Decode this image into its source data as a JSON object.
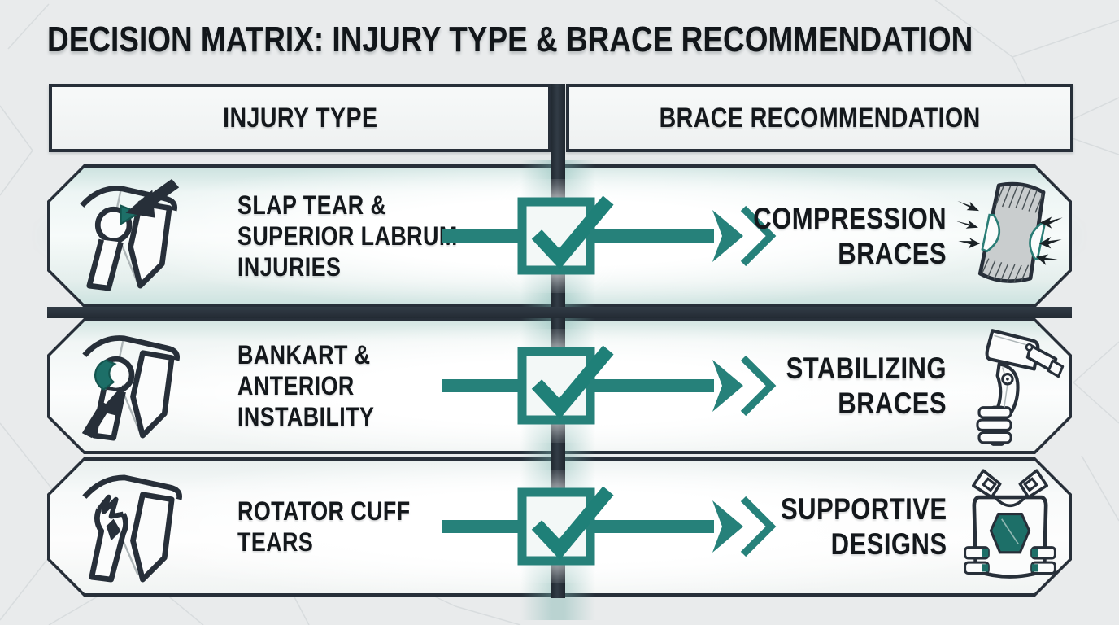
{
  "title": "DECISION MATRIX: INJURY TYPE & BRACE RECOMMENDATION",
  "header": {
    "injury_type": "INJURY TYPE",
    "brace_recommendation": "BRACE RECOMMENDATION"
  },
  "rows": [
    {
      "injury_lines": [
        "SLAP TEAR &",
        "SUPERIOR LABRUM",
        "INJURIES"
      ],
      "injury_icon": "shoulder-slap-tear-icon",
      "connector_icons": [
        "checkbox-checked-icon",
        "double-chevron-arrow-icon"
      ],
      "recommendation_lines": [
        "COMPRESSION",
        "BRACES"
      ],
      "recommendation_icon": "compression-sleeve-icon"
    },
    {
      "injury_lines": [
        "BANKART &",
        "ANTERIOR",
        "INSTABILITY"
      ],
      "injury_icon": "shoulder-bankart-instability-icon",
      "connector_icons": [
        "checkbox-checked-icon",
        "double-chevron-arrow-icon"
      ],
      "recommendation_lines": [
        "STABILIZING",
        "BRACES"
      ],
      "recommendation_icon": "stabilizing-brace-icon"
    },
    {
      "injury_lines": [
        "ROTATOR CUFF",
        "TEARS"
      ],
      "injury_icon": "shoulder-rotator-cuff-tear-icon",
      "connector_icons": [
        "checkbox-checked-icon",
        "double-chevron-arrow-icon"
      ],
      "recommendation_lines": [
        "SUPPORTIVE",
        "DESIGNS"
      ],
      "recommendation_icon": "supportive-vest-icon"
    }
  ],
  "colors": {
    "teal": "#26817a",
    "teal_dark": "#1d6f68",
    "dark_slate": "#272f39",
    "background": "#e9ebec",
    "title_text": "#12161a"
  }
}
